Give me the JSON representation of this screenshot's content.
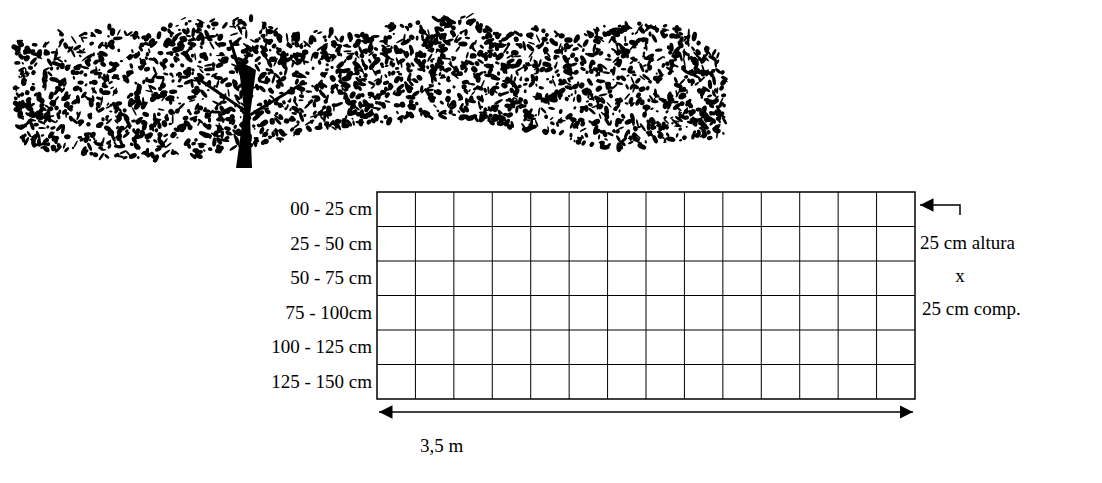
{
  "diagram": {
    "labels": [
      "00 - 25 cm",
      "25 - 50 cm",
      "50 - 75 cm",
      "75 - 100cm",
      "100 - 125 cm",
      "125 - 150 cm",
      "25 cm altura",
      "x",
      "25 cm comp.",
      "3,5 m"
    ]
  }
}
